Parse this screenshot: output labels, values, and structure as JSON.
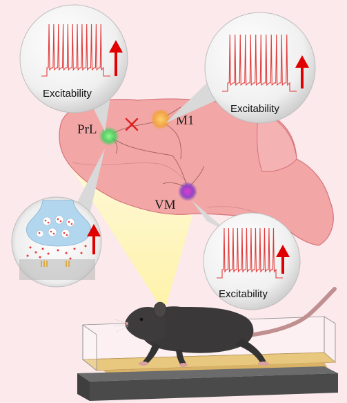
{
  "regions": {
    "prl": "PrL",
    "m1": "M1",
    "vm": "VM"
  },
  "panels": {
    "top_left_caption": "Excitability",
    "top_right_caption": "Excitability",
    "bottom_right_caption": "Excitability"
  },
  "colors": {
    "background": "#fbe9ec",
    "brain_fill": "#f2a6a6",
    "brain_stroke": "#d4737a",
    "trace": "#e23a3a",
    "arrow_up": "#e00000",
    "block_x": "#e02020",
    "prl_glow": "#39d35a",
    "m1_glow": "#f1a23a",
    "vm_glow": "#8a3cc9",
    "mouse_body": "#3a3838",
    "mouse_tail": "#c08f8f",
    "treadmill_belt": "#e8c77f",
    "treadmill_base": "#4a4a4a",
    "light_cone": "#fff6b0"
  },
  "icons": {
    "increase": "arrow-up-icon",
    "block": "cross-icon"
  }
}
